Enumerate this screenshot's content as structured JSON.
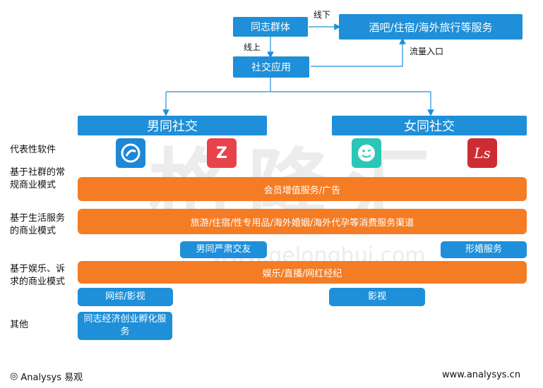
{
  "top": {
    "group": "同志群体",
    "app": "社交应用",
    "services": "酒吧/住宿/海外旅行等服务"
  },
  "connectors": {
    "offline": "线下",
    "online": "线上",
    "traffic": "流量入口"
  },
  "columns": {
    "male": "男同社交",
    "female": "女同社交"
  },
  "row_labels": {
    "apps": "代表性软件",
    "social_model": "基于社群的常规商业模式",
    "life_model": "基于生活服务的商业模式",
    "ent_model": "基于娱乐、诉求的商业模式",
    "other": "其他"
  },
  "apps": [
    {
      "name": "blued-icon",
      "color": "#1e88d6",
      "glyph": "✿"
    },
    {
      "name": "zank-icon",
      "color": "#e8424a",
      "glyph": "Z"
    },
    {
      "name": "rela-icon",
      "color": "#2ac7b7",
      "glyph": "☺"
    },
    {
      "name": "lesdo-icon",
      "color": "#cc2d33",
      "glyph": "Ls"
    }
  ],
  "bars": {
    "membership": "会员增值服务/广告",
    "life": "旅游/住宿/性专用品/海外婚姻/海外代孕等消费服务渠道",
    "entertainment": "娱乐/直播/网红经纪"
  },
  "small_boxes": {
    "male_dating": "男同严肃交友",
    "female_wedding": "形婚服务",
    "male_media": "网综/影视",
    "female_media": "影视",
    "startup": "同志经济创业孵化服务"
  },
  "footer": {
    "logo_text": "Analysys 易观",
    "url": "www.analysys.cn"
  },
  "watermark": {
    "line1": "格隆汇",
    "line2": "www.gelonghui.com"
  }
}
